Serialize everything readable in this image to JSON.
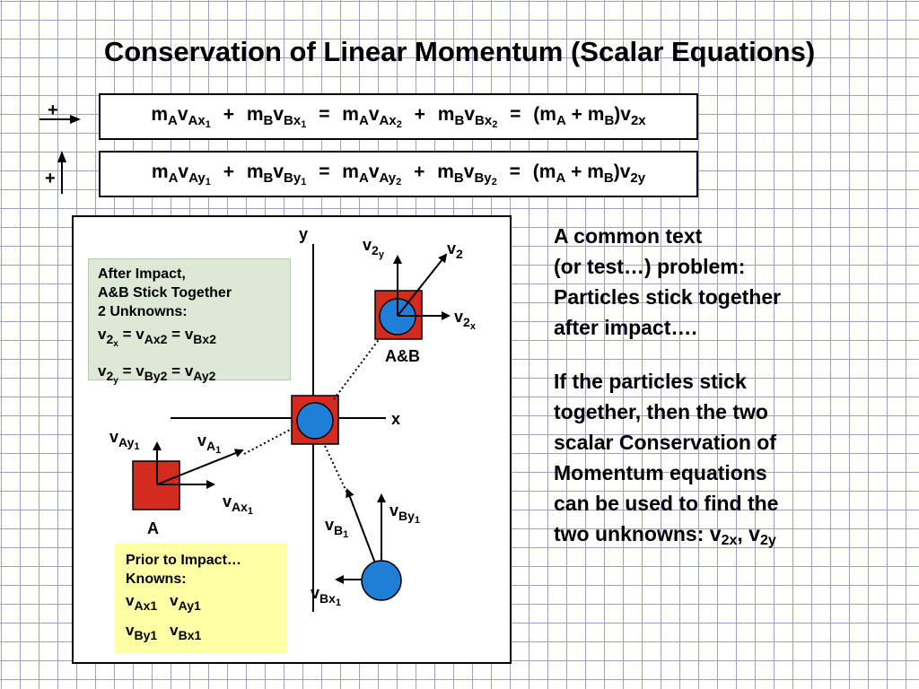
{
  "title": "Conservation of Linear Momentum (Scalar Equations)",
  "sign_x": "+",
  "sign_y": "+",
  "sym": {
    "mA": "m",
    "A": "A",
    "B": "B",
    "v": "v",
    "Ax": "Ax",
    "Ay": "Ay",
    "Bx": "Bx",
    "By": "By",
    "one": "1",
    "two": "2",
    "plus": "+",
    "eq": "=",
    "lp": "(",
    "rp": ")",
    "twox": "2x",
    "twoy": "2y",
    "x": "x",
    "y": "y",
    "vtwo": "v",
    "comma": ","
  },
  "diagram": {
    "axis_y": "y",
    "axis_x": "x",
    "label_AB": "A&B",
    "label_A": "A",
    "v2_label": "v",
    "v2_sub": "2",
    "v2x_sub_x": "x",
    "v2y_sub_y": "y",
    "vA1_sub": "A",
    "vAx1_sub": "Ax",
    "vAy1_sub": "Ay",
    "vB1_sub": "B",
    "vBx1_sub": "Bx",
    "vBy1_sub": "By",
    "one": "1",
    "after_box": {
      "line1": "After Impact,",
      "line2": "A&B Stick Together",
      "line3": "2 Unknowns:"
    },
    "prior_box": {
      "line1": "Prior to Impact…",
      "line2": "Knowns:"
    }
  },
  "side_text": {
    "para1": [
      "A common text",
      "(or test…) problem:",
      "Particles stick together",
      "after impact…."
    ],
    "para2": [
      "If the particles stick",
      "together, then the two",
      "scalar Conservation of",
      "Momentum equations",
      "can be used to find the"
    ],
    "para2_last": "two unknowns:  v",
    "u1_sub": "2x",
    "sep": ", v",
    "u2_sub": "2y"
  },
  "colors": {
    "grid": "#9aa0c8",
    "block_red": "#d42b1e",
    "particle_blue": "#1f7fd6",
    "after_box_bg": "#dde8d6",
    "prior_box_bg": "#ffffa6"
  }
}
